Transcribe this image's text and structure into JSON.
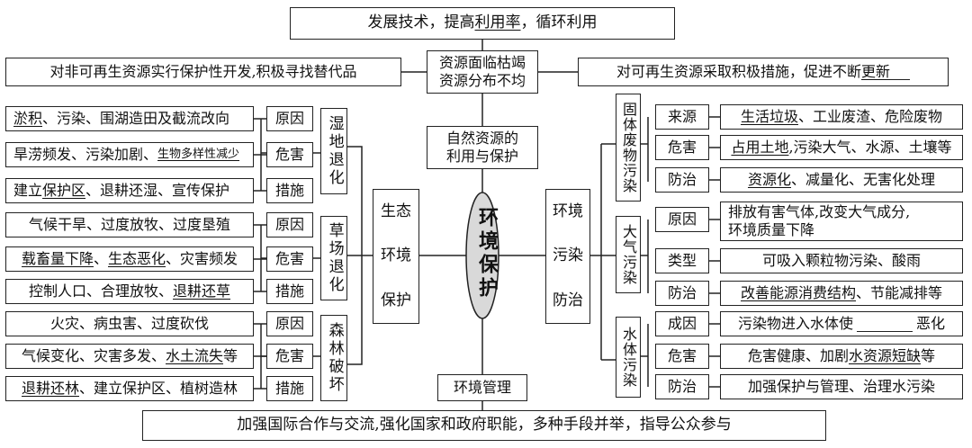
{
  "top": {
    "pre": "发展技术，提高 ",
    "u": "利用率",
    "post": " ，循环利用"
  },
  "top_left": "对非可再生资源实行保护性开发,积极寻找替代品",
  "top_mid": [
    "资源面临枯竭",
    "资源分布不均"
  ],
  "top_right": {
    "pre": "对可再生资源采取积极措施，促进不断 ",
    "u": "更新"
  },
  "nature": [
    "自然资源的",
    "利用与保护"
  ],
  "center": "环境保护",
  "eco": [
    "生态",
    "环境",
    "保护"
  ],
  "pollution_center": [
    "环境",
    "污染",
    "防治"
  ],
  "mgmt": "环境管理",
  "bottom": "加强国际合作与交流,强化国家和政府职能，多种手段并举，指导公众参与",
  "wetland": {
    "title": "湿地退化",
    "rows": [
      {
        "label": "原因",
        "text_u": "淤积",
        "text": "、污染、围湖造田及截流改向"
      },
      {
        "label": "危害",
        "text": "旱涝频发、污染加剧、",
        "text_u_small": "生物多样性减少"
      },
      {
        "label": "措施",
        "pre": "建立",
        "u": "保护区",
        "post": "、退耕还湿、宣传保护"
      }
    ]
  },
  "grassland": {
    "title": "草场退化",
    "rows": [
      {
        "label": "原因",
        "text": "气候干旱、过度放牧、过度垦殖"
      },
      {
        "label": "危害",
        "u1": "载畜量下降",
        "mid": "、",
        "u2": "生态恶化",
        "post": "、灾害频发"
      },
      {
        "label": "措施",
        "pre": "控制人口、合理放牧、",
        "u": "退耕还草"
      }
    ]
  },
  "forest": {
    "title": "森林破坏",
    "rows": [
      {
        "label": "原因",
        "text": "火灾、病虫害、过度砍伐"
      },
      {
        "label": "危害",
        "pre": "气候变化、灾害多发、",
        "u": "水土流失",
        "post": "等"
      },
      {
        "label": "措施",
        "u": "退耕还林",
        "post": "、建立保护区、植树造林"
      }
    ]
  },
  "solid": {
    "title": "固体废物污染",
    "rows": [
      {
        "label": "来源",
        "u": "生活垃圾",
        "post": "、工业废渣、危险废物"
      },
      {
        "label": "危害",
        "u": "占用土地",
        "post": ",污染大气、水源、土壤等"
      },
      {
        "label": "防治",
        "u": "资源化",
        "post": " 、减量化、无害化处理"
      }
    ]
  },
  "air": {
    "title": "大气污染",
    "rows": [
      {
        "label": "原因",
        "line1": "排放有害气体,改变大气成分,",
        "line2": "环境质量下降"
      },
      {
        "label": "类型",
        "text": "可吸入颗粒物污染、酸雨"
      },
      {
        "label": "防治",
        "u": "改善能源消费结构",
        "post": "、节能减排等"
      }
    ]
  },
  "water": {
    "title": "水体污染",
    "rows": [
      {
        "label": "成因",
        "pre": "污染物进入水体使",
        "post": "恶化"
      },
      {
        "label": "危害",
        "pre": "危害健康、加剧",
        "u": "水资源短缺",
        "post": "等"
      },
      {
        "label": "防治",
        "text": "加强保护与管理、治理水污染"
      }
    ]
  }
}
